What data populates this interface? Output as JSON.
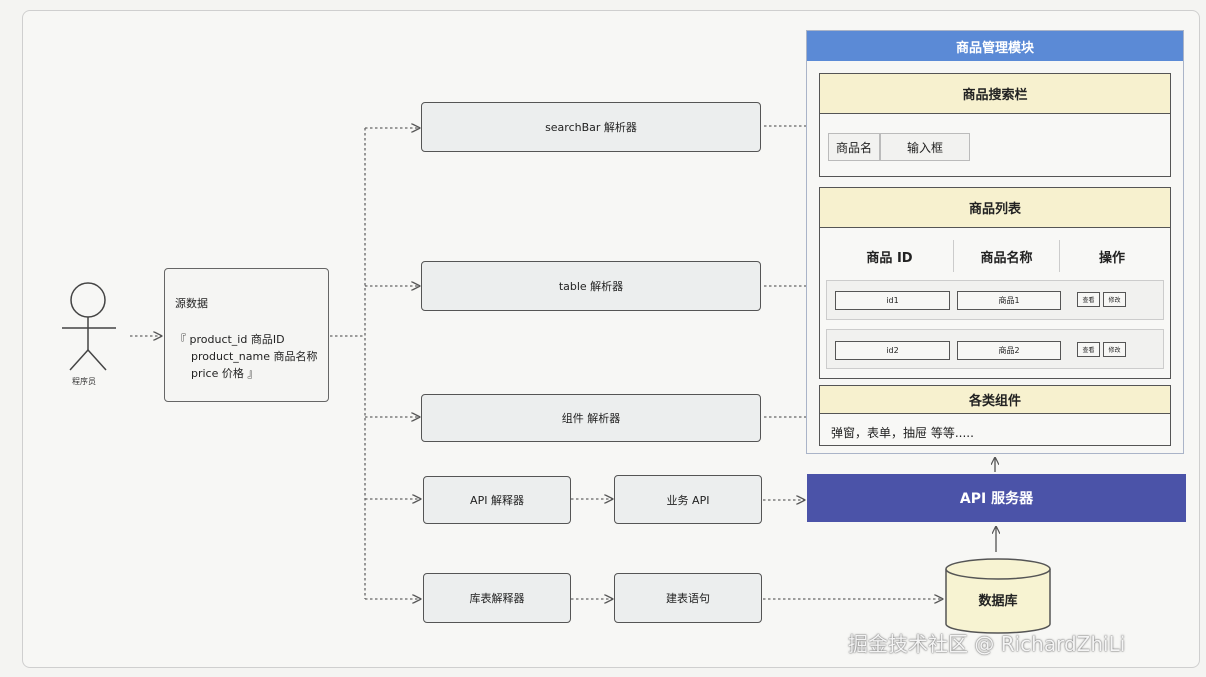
{
  "actor": {
    "label": "程序员"
  },
  "source": {
    "title": "源数据",
    "fields": [
      "『 product_id 商品ID",
      "product_name 商品名称",
      "price 价格 』"
    ]
  },
  "parsers": {
    "searchbar": "searchBar 解析器",
    "table": "table 解析器",
    "component": "组件 解析器",
    "api": "API 解释器",
    "business_api": "业务 API",
    "db_parser": "库表解释器",
    "ddl": "建表语句"
  },
  "module": {
    "title": "商品管理模块",
    "search_bar": {
      "title": "商品搜索栏",
      "label": "商品名",
      "input": "输入框"
    },
    "product_list": {
      "title": "商品列表",
      "columns": [
        "商品 ID",
        "商品名称",
        "操作"
      ],
      "rows": [
        {
          "id": "id1",
          "name": "商品1",
          "view": "查看",
          "edit": "修改"
        },
        {
          "id": "id2",
          "name": "商品2",
          "view": "查看",
          "edit": "修改"
        }
      ]
    },
    "components": {
      "title": "各类组件",
      "desc": "弹窗，表单，抽屉 等等....."
    }
  },
  "api_server": "API 服务器",
  "database": "数据库",
  "watermark": "掘金技术社区 @ RichardZhiLi",
  "colors": {
    "module_header": "#5b8ad6",
    "api_server": "#4b53a8",
    "panel_header": "#f7f1cf"
  }
}
